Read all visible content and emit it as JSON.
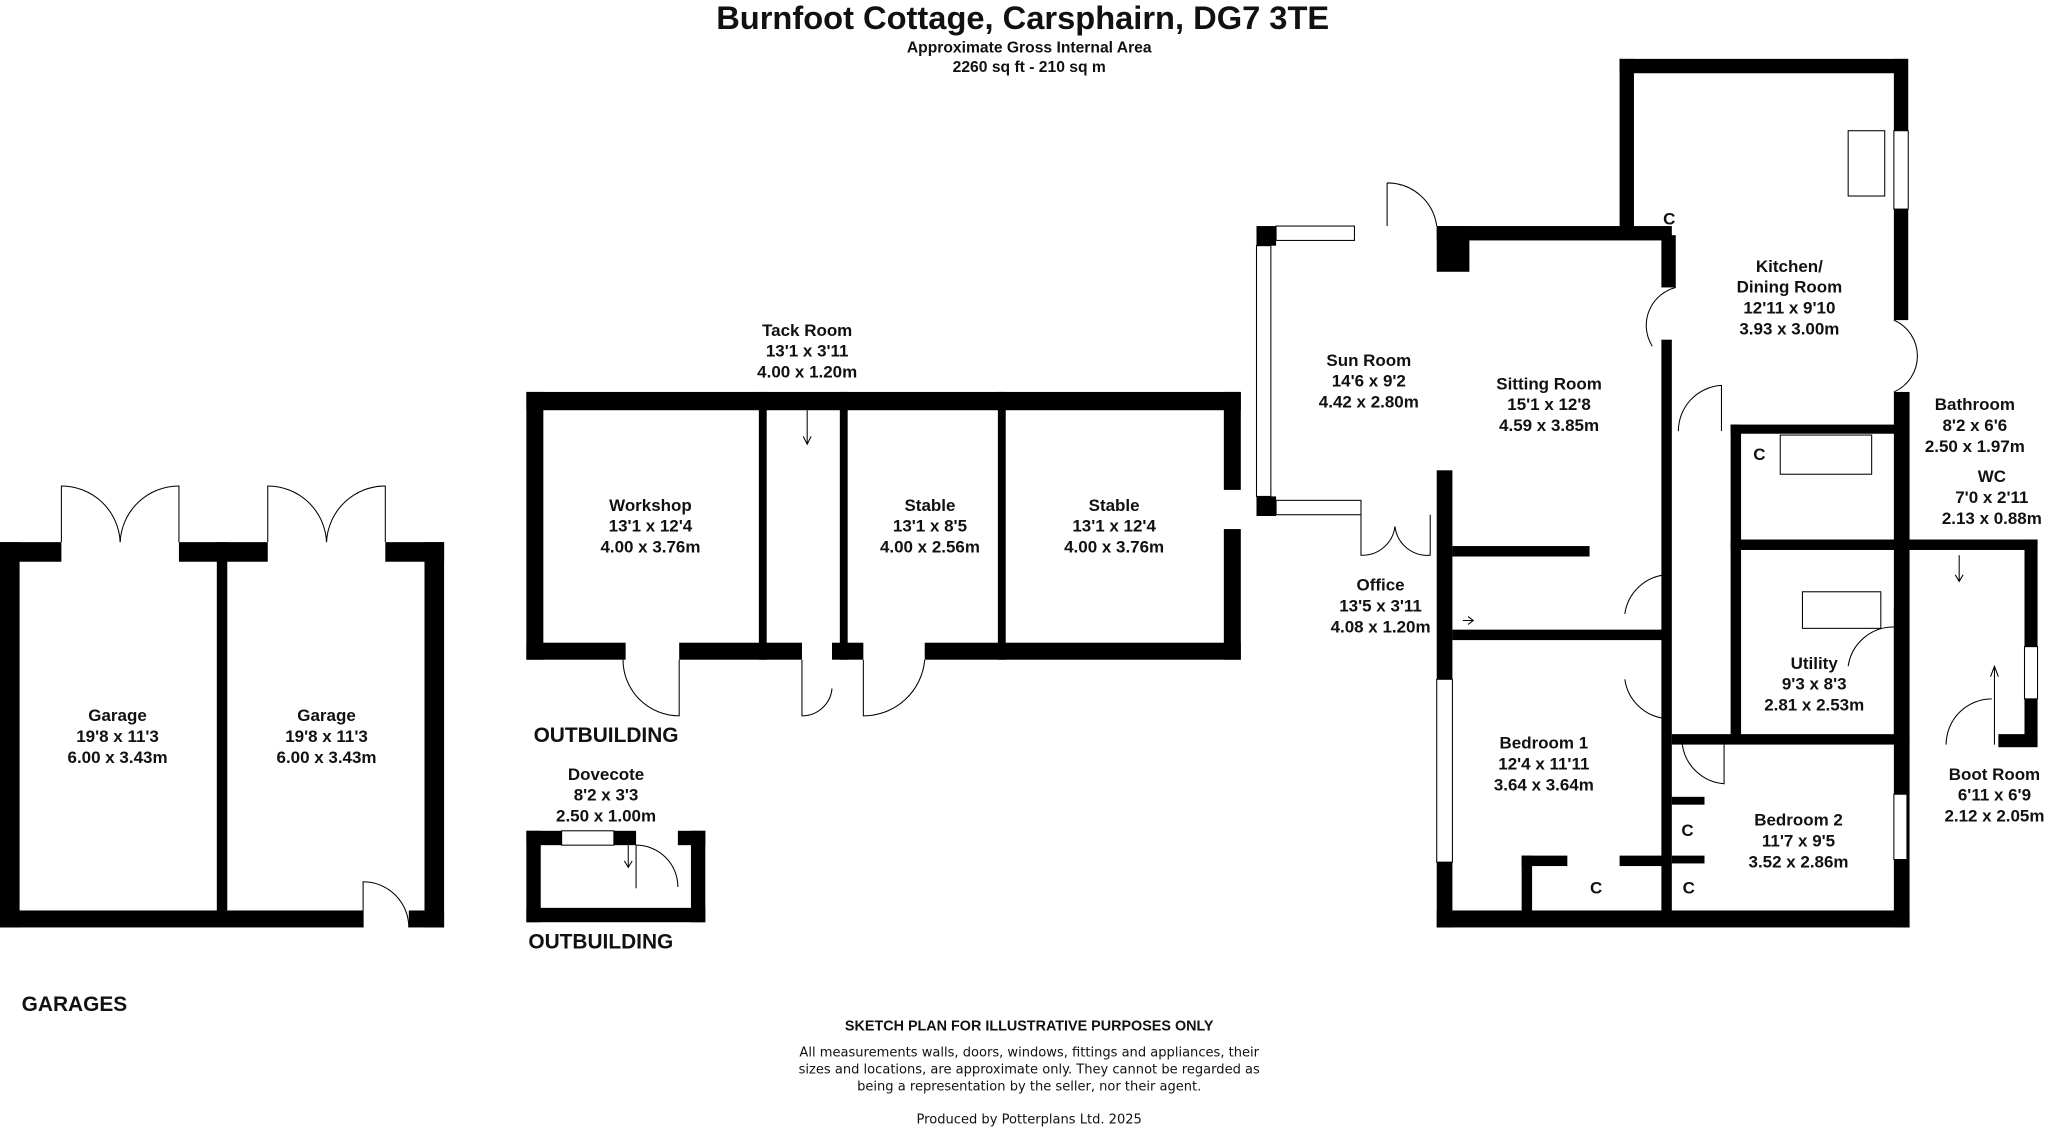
{
  "header": {
    "title": "Burnfoot Cottage, Carsphairn, DG7 3TE",
    "subtitle": "Approximate Gross Internal Area",
    "area": "2260 sq ft - 210 sq m"
  },
  "sections": {
    "garages": "GARAGES",
    "outbuilding_1": "OUTBUILDING",
    "outbuilding_2": "OUTBUILDING"
  },
  "rooms": {
    "garage_1": {
      "name": "Garage",
      "imperial": "19'8 x 11'3",
      "metric": "6.00 x 3.43m"
    },
    "garage_2": {
      "name": "Garage",
      "imperial": "19'8 x 11'3",
      "metric": "6.00 x 3.43m"
    },
    "workshop": {
      "name": "Workshop",
      "imperial": "13'1 x 12'4",
      "metric": "4.00 x 3.76m"
    },
    "tack_room": {
      "name": "Tack Room",
      "imperial": "13'1 x 3'11",
      "metric": "4.00 x 1.20m"
    },
    "stable_1": {
      "name": "Stable",
      "imperial": "13'1 x 8'5",
      "metric": "4.00 x 2.56m"
    },
    "stable_2": {
      "name": "Stable",
      "imperial": "13'1 x 12'4",
      "metric": "4.00 x 3.76m"
    },
    "dovecote": {
      "name": "Dovecote",
      "imperial": "8'2 x 3'3",
      "metric": "2.50 x 1.00m"
    },
    "sun_room": {
      "name": "Sun Room",
      "imperial": "14'6 x 9'2",
      "metric": "4.42 x 2.80m"
    },
    "sitting_room": {
      "name": "Sitting Room",
      "imperial": "15'1 x 12'8",
      "metric": "4.59 x 3.85m"
    },
    "kitchen": {
      "name": "Kitchen/",
      "name2": "Dining Room",
      "imperial": "12'11 x 9'10",
      "metric": "3.93 x 3.00m"
    },
    "bathroom": {
      "name": "Bathroom",
      "imperial": "8'2 x 6'6",
      "metric": "2.50 x 1.97m"
    },
    "wc": {
      "name": "WC",
      "imperial": "7'0 x 2'11",
      "metric": "2.13 x 0.88m"
    },
    "office": {
      "name": "Office",
      "imperial": "13'5 x 3'11",
      "metric": "4.08 x 1.20m"
    },
    "utility": {
      "name": "Utility",
      "imperial": "9'3 x 8'3",
      "metric": "2.81 x 2.53m"
    },
    "bedroom_1": {
      "name": "Bedroom 1",
      "imperial": "12'4 x 11'11",
      "metric": "3.64 x 3.64m"
    },
    "bedroom_2": {
      "name": "Bedroom 2",
      "imperial": "11'7 x 9'5",
      "metric": "3.52 x 2.86m"
    },
    "boot_room": {
      "name": "Boot Room",
      "imperial": "6'11 x 6'9",
      "metric": "2.12 x 2.05m"
    }
  },
  "cupboard_label": "C",
  "footer": {
    "heading": "SKETCH PLAN FOR ILLUSTRATIVE PURPOSES ONLY",
    "line1": "All measurements walls, doors, windows, fittings and appliances, their",
    "line2": "sizes and locations, are approximate only. They cannot be regarded as",
    "line3": "being a representation by the seller, nor their agent.",
    "credit": "Produced by Potterplans Ltd. 2025"
  }
}
